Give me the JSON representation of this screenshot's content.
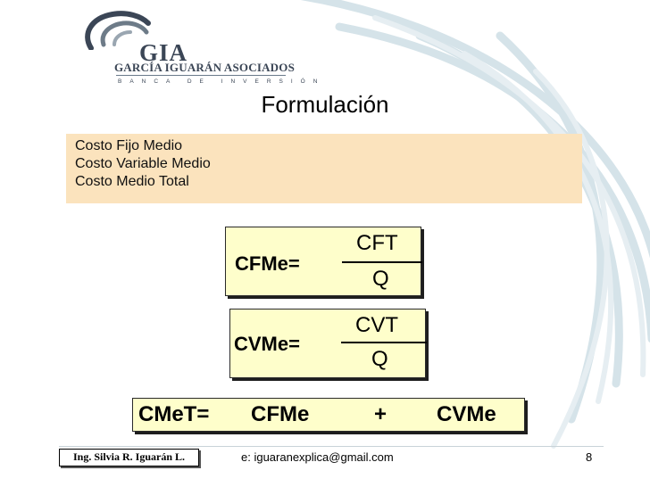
{
  "logo": {
    "mark": "GIA",
    "name": "GARCÍA IGUARÁN ASOCIADOS",
    "tagline": "BANCA DE INVERSIÓN"
  },
  "slide": {
    "title": "Formulación",
    "concepts": [
      "Costo Fijo Medio",
      "Costo Variable Medio",
      "Costo Medio Total"
    ]
  },
  "formulas": {
    "cfme": {
      "label": "CFMe=",
      "numerator": "CFT",
      "denominator": "Q"
    },
    "cvme": {
      "label": "CVMe=",
      "numerator": "CVT",
      "denominator": "Q"
    },
    "cmet": {
      "left": "CMeT=",
      "term1": "CFMe",
      "op": "+",
      "term2": "CVMe"
    }
  },
  "footer": {
    "author": "Ing. Silvia R. Iguarán L.",
    "email": "e: iguaranexplica@gmail.com",
    "page": "8"
  },
  "colors": {
    "concepts_bg": "#fbe3bd",
    "formula_bg": "#fefecb",
    "logo": "#3b4656",
    "swirl": "#d5e3e9"
  }
}
